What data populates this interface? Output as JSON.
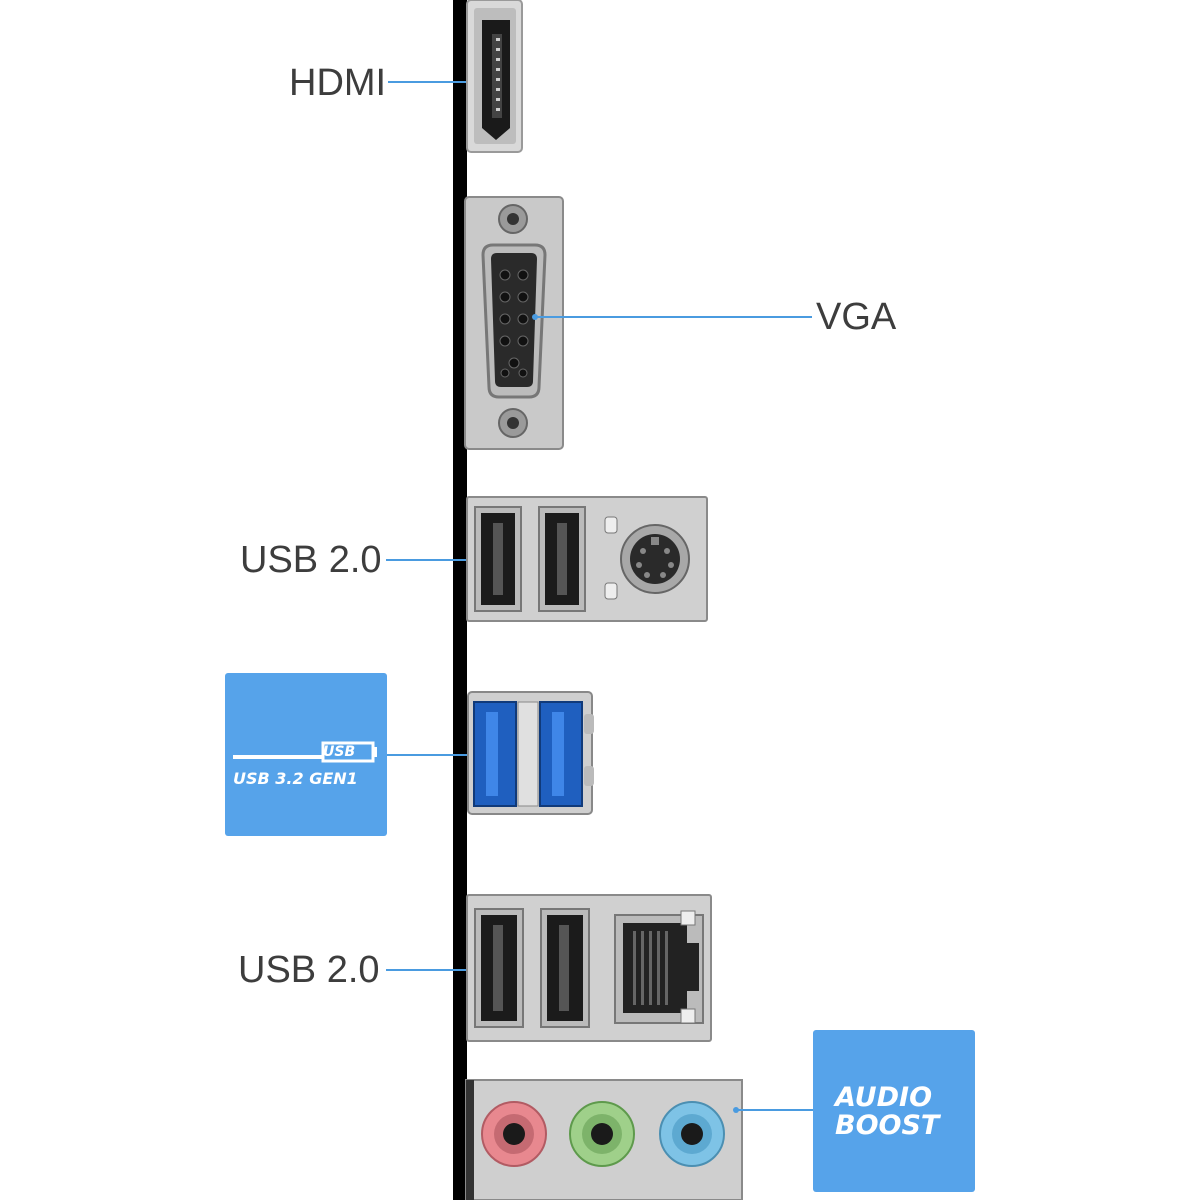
{
  "ports": {
    "hdmi": {
      "label": "HDMI"
    },
    "vga": {
      "label": "VGA"
    },
    "usb2_top": {
      "label": "USB 2.0"
    },
    "usb2_bottom": {
      "label": "USB 2.0"
    }
  },
  "badges": {
    "usb32": {
      "logo_text": "USB",
      "label": "USB 3.2 GEN1"
    },
    "audio": {
      "line1": "AUDIO",
      "line2": "BOOST"
    }
  },
  "colors": {
    "leader": "#4a9be0",
    "badge": "#56a3ea",
    "usb3_blue": "#1f5fbf",
    "audio_pink": "#e8888f",
    "audio_green": "#9fd08a",
    "audio_blue": "#7ec3e6"
  }
}
